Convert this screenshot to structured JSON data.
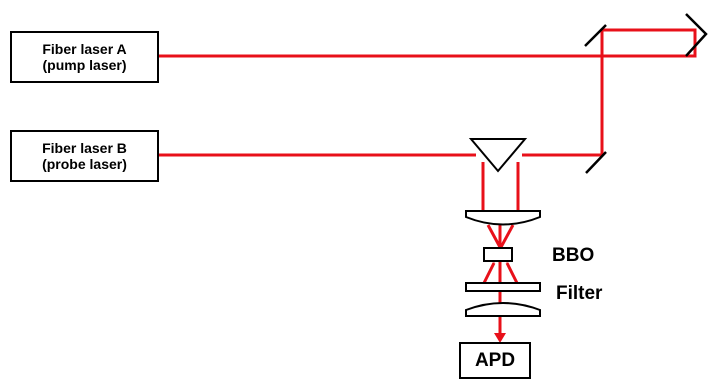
{
  "colors": {
    "beam": "#e8101a",
    "outline": "#000000",
    "background": "#ffffff"
  },
  "lasers": [
    {
      "line1": "Fiber laser A",
      "line2": "(pump laser)"
    },
    {
      "line1": "Fiber laser B",
      "line2": "(probe laser)"
    }
  ],
  "components": {
    "crystal": "BBO",
    "filter": "Filter",
    "detector": "APD"
  }
}
